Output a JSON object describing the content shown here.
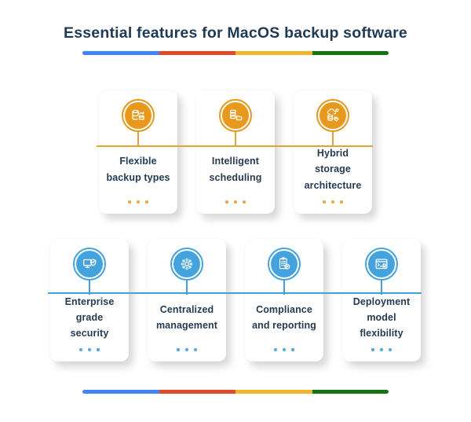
{
  "title": "Essential features for MacOS backup software",
  "colors": {
    "title_navy": "#1F3A54",
    "label_navy": "#253B52",
    "orange_accent": "#E8991C",
    "orange_line": "#E2A33B",
    "orange_dots": "#E8A33D",
    "blue_accent": "#44A3DC",
    "blue_line": "#41A0D8",
    "blue_dots": "#4FA8DF",
    "card_background": "#FFFFFF"
  },
  "divider_bars": {
    "segments": [
      {
        "name": "blue",
        "color": "#4285F4",
        "css": "background:#4285F4"
      },
      {
        "name": "red",
        "color": "#E04A26",
        "css": "background:#E04A26"
      },
      {
        "name": "yellow",
        "color": "#F2B42C",
        "css": "background:#F2B42C"
      },
      {
        "name": "green",
        "color": "#147414",
        "css": "background:#147414"
      }
    ]
  },
  "rows": [
    {
      "accent": "orange",
      "dot_count": 3,
      "cards": [
        {
          "label": "Flexible\nbackup types",
          "icon": "backup-types-icon"
        },
        {
          "label": "Intelligent\nscheduling",
          "icon": "scheduling-icon"
        },
        {
          "label": "Hybrid\nstorage\narchitecture",
          "icon": "hybrid-storage-icon"
        }
      ]
    },
    {
      "accent": "blue",
      "dot_count": 3,
      "cards": [
        {
          "label": "Enterprise\ngrade\nsecurity",
          "icon": "security-icon"
        },
        {
          "label": "Centralized\nmanagement",
          "icon": "management-icon"
        },
        {
          "label": "Compliance\nand reporting",
          "icon": "compliance-icon"
        },
        {
          "label": "Deployment\nmodel\nflexibility",
          "icon": "deployment-icon"
        }
      ]
    }
  ]
}
